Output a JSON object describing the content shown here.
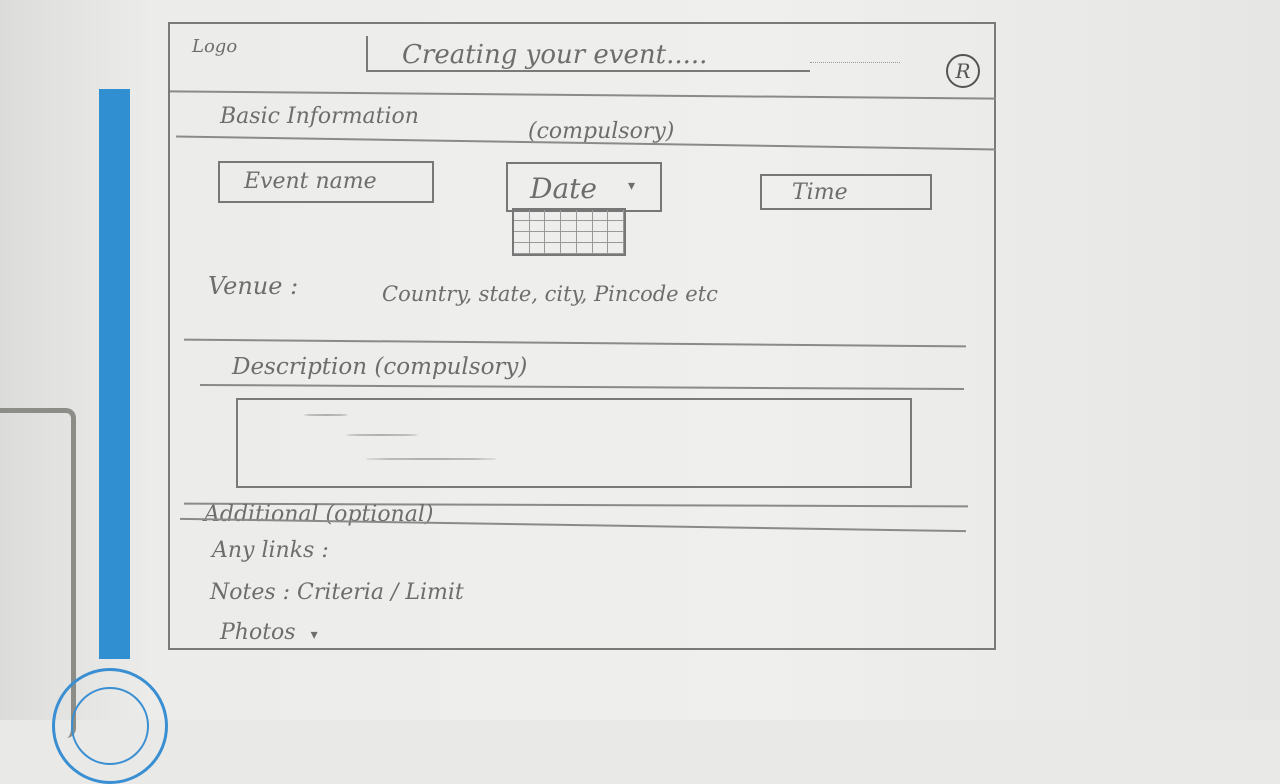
{
  "header": {
    "logo": "Logo",
    "title": "Creating your event.....",
    "profile_icon": "R"
  },
  "basic_info": {
    "heading": "Basic Information",
    "required_note": "(compulsory)",
    "event_name_placeholder": "Event name",
    "date_label": "Date",
    "date_caret": "▾",
    "time_placeholder": "Time"
  },
  "venue": {
    "label": "Venue :",
    "hint": "Country, state, city, Pincode etc"
  },
  "description": {
    "heading": "Description (compulsory)"
  },
  "additional": {
    "heading": "Additional (optional)",
    "links_label": "Any links :",
    "notes_label": "Notes : Criteria / Limit",
    "photos_label": "Photos",
    "photos_caret": "▾"
  },
  "colors": {
    "pencil": "#6d6d6d",
    "paper": "#efefed",
    "blue_strip": "#2f8fd0"
  }
}
